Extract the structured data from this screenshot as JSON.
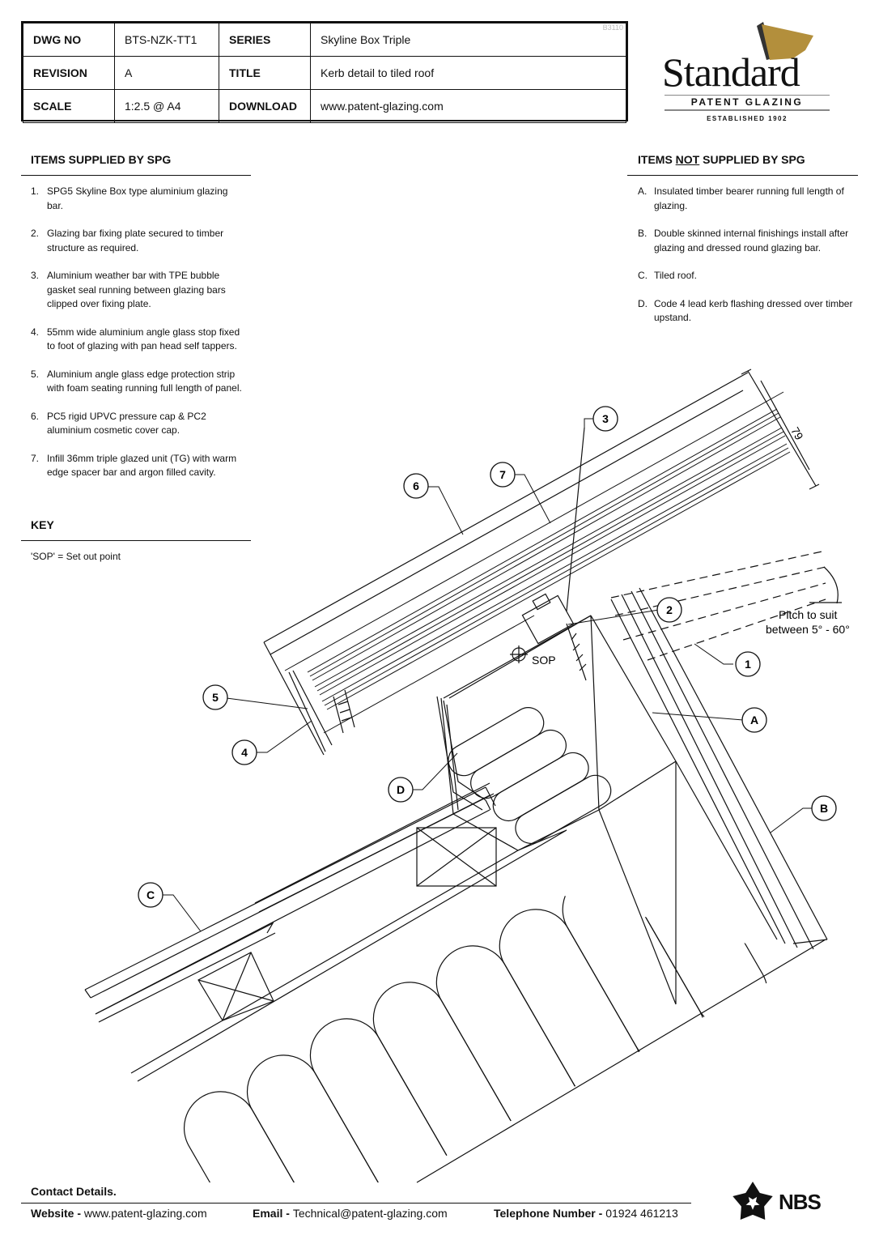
{
  "title_block": {
    "ghost_code": "B3110",
    "rows": [
      {
        "k1": "DWG NO",
        "v1": "BTS-NZK-TT1",
        "k2": "SERIES",
        "v2": "Skyline Box Triple"
      },
      {
        "k1": "REVISION",
        "v1": "A",
        "k2": "TITLE",
        "v2": "Kerb detail to tiled roof"
      },
      {
        "k1": "SCALE",
        "v1": "1:2.5 @ A4",
        "k2": "DOWNLOAD",
        "v2": "www.patent-glazing.com"
      }
    ]
  },
  "logo": {
    "name": "Standard",
    "sub": "PATENT GLAZING",
    "est": "ESTABLISHED 1902",
    "flag_color": "#b38f3c"
  },
  "supplied": {
    "heading": "ITEMS SUPPLIED BY SPG",
    "items": [
      {
        "n": "1.",
        "text": "SPG5 Skyline Box type aluminium glazing bar."
      },
      {
        "n": "2.",
        "text": "Glazing bar fixing plate secured to timber structure as required."
      },
      {
        "n": "3.",
        "text": "Aluminium weather bar with TPE bubble gasket seal running between glazing bars clipped over fixing plate."
      },
      {
        "n": "4.",
        "text": "55mm wide aluminium angle glass stop fixed to foot of glazing with pan head self tappers."
      },
      {
        "n": "5.",
        "text": "Aluminium angle glass edge protection strip with foam seating running full length of panel."
      },
      {
        "n": "6.",
        "text": "PC5 rigid UPVC pressure cap & PC2 aluminium cosmetic cover cap."
      },
      {
        "n": "7.",
        "text": "Infill 36mm triple glazed unit (TG) with warm edge spacer bar and argon filled cavity."
      }
    ]
  },
  "not_supplied": {
    "heading_pre": "ITEMS ",
    "heading_not": "NOT",
    "heading_post": " SUPPLIED BY SPG",
    "items": [
      {
        "n": "A.",
        "text": "Insulated timber bearer running full length of glazing."
      },
      {
        "n": "B.",
        "text": "Double skinned internal finishings install after glazing and dressed round glazing bar."
      },
      {
        "n": "C.",
        "text": "Tiled roof."
      },
      {
        "n": "D.",
        "text": "Code 4 lead kerb flashing dressed over timber upstand."
      }
    ]
  },
  "key": {
    "heading": "KEY",
    "text": "'SOP' = Set out point"
  },
  "drawing": {
    "dimension": "79",
    "sop": "SOP",
    "pitch_line1": "Pitch to suit",
    "pitch_line2": "between 5° - 60°",
    "callouts": [
      "1",
      "2",
      "3",
      "4",
      "5",
      "6",
      "7",
      "A",
      "B",
      "C",
      "D"
    ]
  },
  "footer": {
    "title": "Contact Details.",
    "website_label": "Website",
    "website": "www.patent-glazing.com",
    "email_label": "Email",
    "email": "Technical@patent-glazing.com",
    "phone_label": "Telephone Number",
    "phone": "01924 461213",
    "sep": " - ",
    "nbs": "NBS"
  }
}
